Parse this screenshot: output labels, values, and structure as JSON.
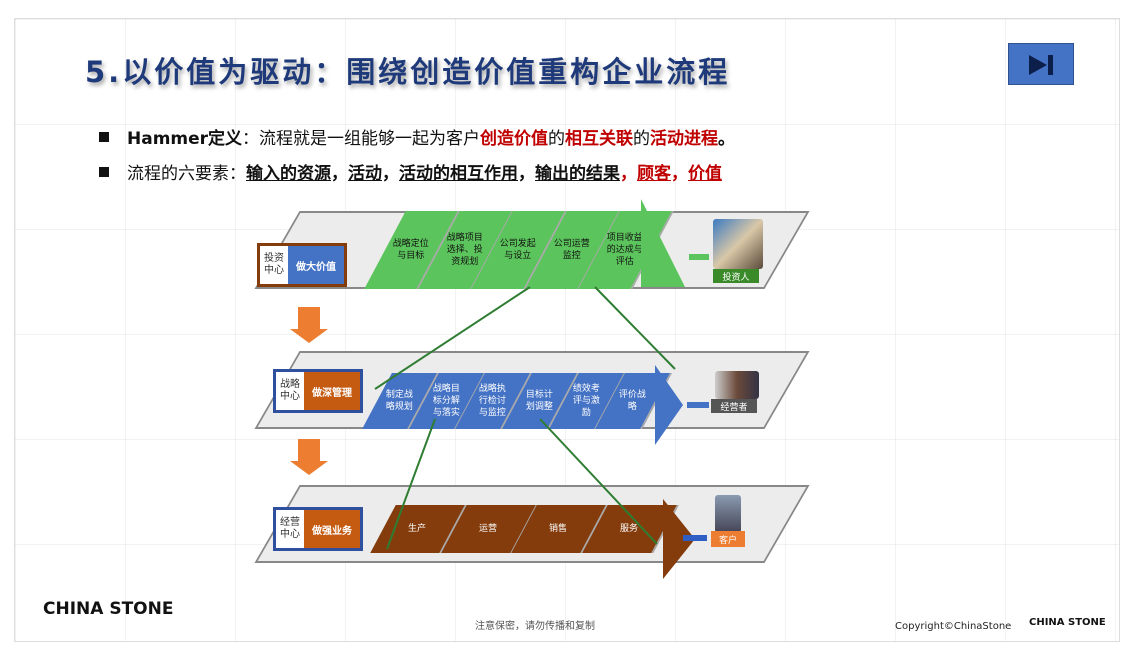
{
  "title": "5.以价值为驱动：围绕创造价值重构企业流程",
  "bullets": {
    "b1": {
      "lead": "Hammer定义",
      "colon": "：",
      "t1": "流程就是一组能够一起为客户",
      "r1": "创造价值",
      "t2": "的",
      "r2": "相互关联",
      "t3": "的",
      "r3": "活动进程",
      "end": "。"
    },
    "b2": {
      "lead": "流程的六要素：",
      "u1": "输入的资源",
      "s1": "，",
      "u2": "活动",
      "s2": "，",
      "u3": "活动的相互作用",
      "s3": "，",
      "u4": "输出的结果",
      "s4": "，",
      "r1": "顾客",
      "s5": "，",
      "r2": "价值"
    }
  },
  "rows": [
    {
      "center": "投资中心",
      "value": "做大价值",
      "steps": [
        "战略定位与目标",
        "战略项目选择、投资规划",
        "公司发起与设立",
        "公司运营监控",
        "项目收益的达成与评估"
      ],
      "role": "投资人"
    },
    {
      "center": "战略中心",
      "value": "做深管理",
      "steps": [
        "制定战略规划",
        "战略目标分解与落实",
        "战略执行检讨与监控",
        "目标计划调整",
        "绩效考评与激励",
        "评价战略"
      ],
      "role": "经营者"
    },
    {
      "center": "经营中心",
      "value": "做强业务",
      "steps": [
        "生产",
        "运营",
        "销售",
        "服务"
      ],
      "role": "客户"
    }
  ],
  "footer": {
    "notice": "注意保密，请勿传播和复制",
    "copyright": "Copyright©ChinaStone",
    "logo": "CHINA STONE"
  },
  "colors": {
    "title": "#1f3a7a",
    "green": "#5cc45c",
    "blue": "#4472c4",
    "brown": "#843c0c",
    "orange": "#ed7d31",
    "red": "#c00000"
  }
}
